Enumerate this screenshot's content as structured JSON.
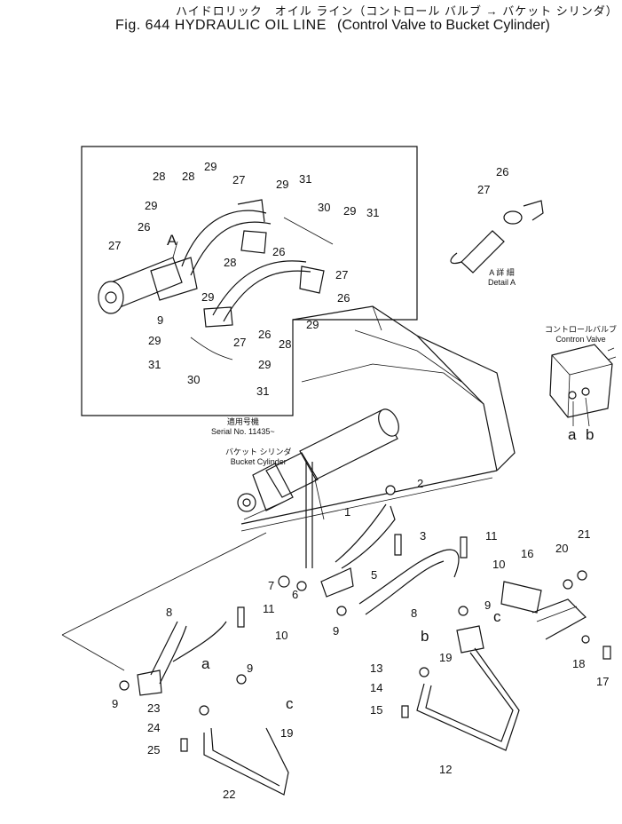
{
  "title": {
    "japanese": "ハイドロリック　オイル ライン（コントロール バルブ → バケット シリンダ）",
    "figure": "Fig. 644",
    "name": "HYDRAULIC OIL LINE",
    "subtitle": "(Control Valve to Bucket Cylinder)"
  },
  "captions": {
    "detail_jp": "A 詳 細",
    "detail_en": "Detail A",
    "serial_jp": "適用号機",
    "serial_en": "Serial No. 11435~",
    "cylinder_jp": "バケット シリンダ",
    "cylinder_en": "Bucket Cylinder",
    "valve_jp": "コントロールバルブ",
    "valve_en": "Contron Valve"
  },
  "ports": {
    "a": "a",
    "b": "b",
    "c": "c",
    "detail": "A"
  },
  "callouts": {
    "n1": "1",
    "n2": "2",
    "n3": "3",
    "n5": "5",
    "n6": "6",
    "n7": "7",
    "n8": "8",
    "n9": "9",
    "n10": "10",
    "n11": "11",
    "n12": "12",
    "n13": "13",
    "n14": "14",
    "n15": "15",
    "n16": "16",
    "n17": "17",
    "n18": "18",
    "n19": "19",
    "n20": "20",
    "n21": "21",
    "n22": "22",
    "n23": "23",
    "n24": "24",
    "n25": "25",
    "n26": "26",
    "n27": "27",
    "n28": "28",
    "n29": "29",
    "n30": "30",
    "n31": "31"
  }
}
